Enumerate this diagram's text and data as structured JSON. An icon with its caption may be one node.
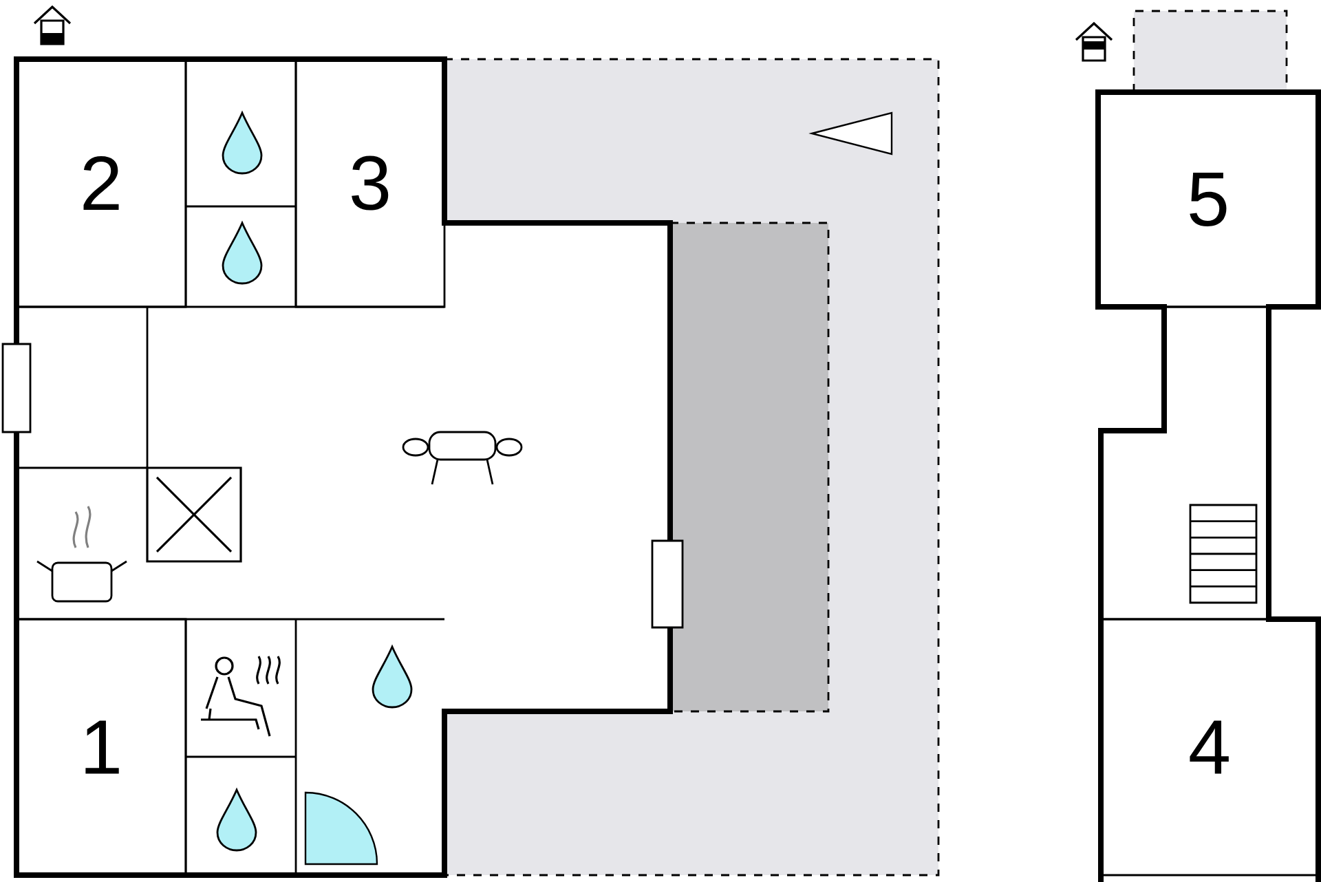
{
  "diagram": {
    "nodes": [
      {
        "text": [
          "2"
        ]
      },
      {
        "text": [
          "3"
        ]
      },
      {
        "text": [
          "5"
        ]
      },
      {
        "text": [
          "1"
        ]
      },
      {
        "text": [
          "4"
        ]
      }
    ]
  }
}
